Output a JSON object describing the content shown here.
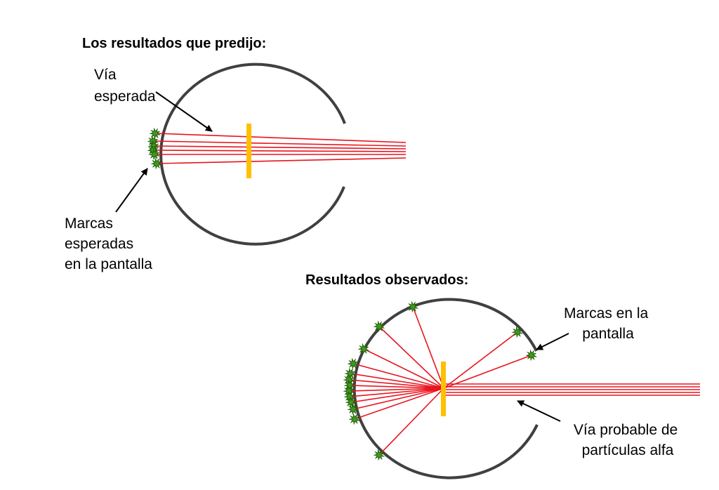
{
  "top": {
    "title": "Los resultados que predijo:",
    "via_label": [
      "Vía",
      "esperada"
    ],
    "marks_label": [
      "Marcas",
      "esperadas",
      "en la pantalla"
    ]
  },
  "bottom": {
    "title": "Resultados observados:",
    "marks_label": [
      "Marcas en la",
      "pantalla"
    ],
    "path_label": [
      "Vía probable de",
      "partículas alfa"
    ]
  },
  "colors": {
    "screen": "#404040",
    "foil": "#FFC000",
    "beam": "#E8141E",
    "mark": "#3E9A1B",
    "mark_edge": "#1F5A0A"
  }
}
